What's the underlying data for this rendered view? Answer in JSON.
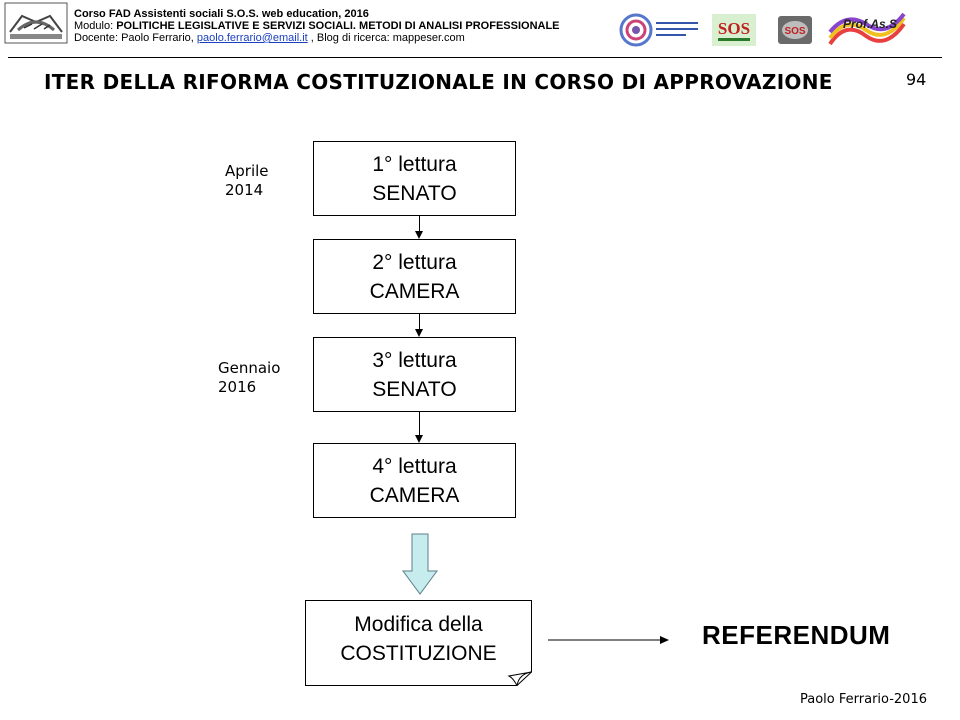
{
  "header": {
    "course_line": "Corso FAD Assistenti sociali S.O.S. web education, 2016",
    "module_prefix": "Modulo: ",
    "module_name": "POLITICHE LEGISLATIVE E SERVIZI SOCIALI. METODI DI ANALISI PROFESSIONALE",
    "teacher_prefix": "Docente: Paolo Ferrario, ",
    "teacher_email": "paolo.ferrario@email.it",
    "teacher_suffix": " , Blog di ricerca: mappeser.com",
    "logo_sos_text": "SOS",
    "logo_profass_text": "Prof.As.S"
  },
  "slide": {
    "title": "ITER DELLA RIFORMA COSTITUZIONALE IN CORSO DI APPROVAZIONE",
    "number": "94"
  },
  "dates": [
    {
      "line1": "Aprile",
      "line2": "2014"
    },
    {
      "line1": "Gennaio",
      "line2": "2016"
    }
  ],
  "steps": [
    {
      "line1": "1° lettura",
      "line2": "SENATO"
    },
    {
      "line1": "2° lettura",
      "line2": "CAMERA"
    },
    {
      "line1": "3° lettura",
      "line2": "SENATO"
    },
    {
      "line1": "4° lettura",
      "line2": "CAMERA"
    }
  ],
  "result": {
    "line1": "Modifica della",
    "line2": "COSTITUZIONE"
  },
  "referendum": "REFERENDUM",
  "footer": "Paolo Ferrario-2016",
  "colors": {
    "block_arrow_fill": "#c6ecee",
    "block_arrow_stroke": "#5a7f8a"
  }
}
